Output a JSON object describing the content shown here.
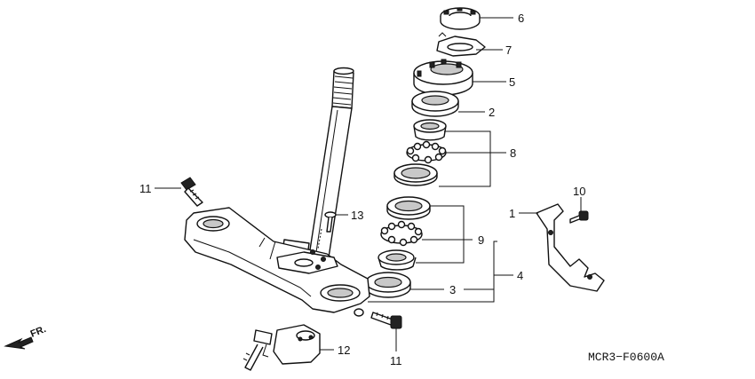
{
  "diagram": {
    "code": "MCR3−F0600A",
    "front_label": "FR.",
    "callouts": [
      {
        "id": "c6",
        "text": "6"
      },
      {
        "id": "c7",
        "text": "7"
      },
      {
        "id": "c5",
        "text": "5"
      },
      {
        "id": "c2",
        "text": "2"
      },
      {
        "id": "c8",
        "text": "8"
      },
      {
        "id": "c9",
        "text": "9"
      },
      {
        "id": "c3",
        "text": "3"
      },
      {
        "id": "c4",
        "text": "4"
      },
      {
        "id": "c1",
        "text": "1"
      },
      {
        "id": "c10",
        "text": "10"
      },
      {
        "id": "c11a",
        "text": "11"
      },
      {
        "id": "c11b",
        "text": "11"
      },
      {
        "id": "c12",
        "text": "12"
      },
      {
        "id": "c13",
        "text": "13"
      }
    ]
  }
}
